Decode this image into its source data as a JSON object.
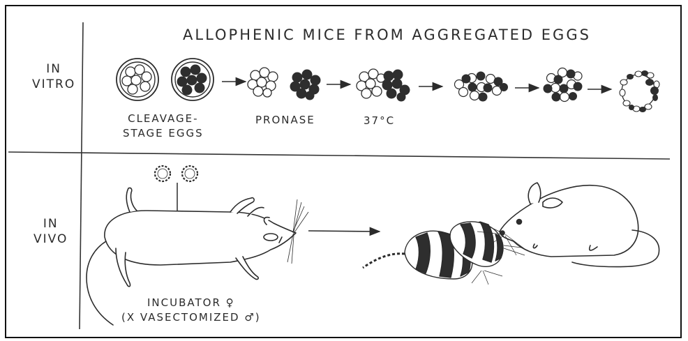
{
  "title": "ALLOPHENIC MICE FROM AGGREGATED EGGS",
  "sections": {
    "in_vitro": [
      "IN",
      "VITRO"
    ],
    "in_vivo": [
      "IN",
      "VIVO"
    ]
  },
  "steps": {
    "eggs": [
      "CLEAVAGE-",
      "STAGE EGGS"
    ],
    "pronase": "PRONASE",
    "temperature": "37°C"
  },
  "incubator": [
    "INCUBATOR ♀",
    "(X VASECTOMIZED ♂)"
  ],
  "colors": {
    "ink": "#2b2b2b",
    "paper": "#ffffff"
  }
}
